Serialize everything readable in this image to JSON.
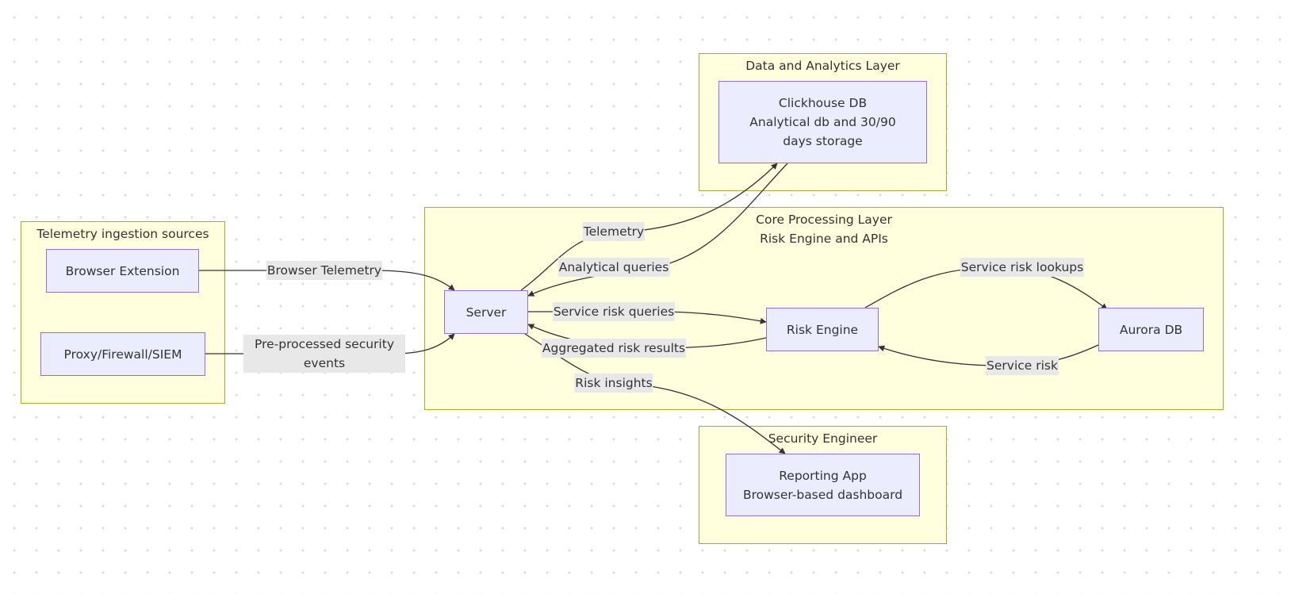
{
  "groups": {
    "data_layer": {
      "title": "Data and Analytics Layer"
    },
    "core_layer": {
      "title_line1": "Core Processing Layer",
      "title_line2": "Risk Engine and APIs"
    },
    "telemetry_sources": {
      "title": "Telemetry ingestion sources"
    },
    "security_engineer": {
      "title": "Security Engineer"
    }
  },
  "nodes": {
    "clickhouse": {
      "line1": "Clickhouse DB",
      "line2": "Analytical db and 30/90",
      "line3": "days storage"
    },
    "server": {
      "label": "Server"
    },
    "risk_engine": {
      "label": "Risk Engine"
    },
    "aurora": {
      "label": "Aurora DB"
    },
    "browser_extension": {
      "label": "Browser Extension"
    },
    "proxy": {
      "label": "Proxy/Firewall/SIEM"
    },
    "reporting": {
      "line1": "Reporting App",
      "line2": "Browser-based dashboard"
    }
  },
  "edges": {
    "browser_telemetry": "Browser Telemetry",
    "preprocessed_line1": "Pre-processed security",
    "preprocessed_line2": "events",
    "telemetry": "Telemetry",
    "analytical_queries": "Analytical queries",
    "service_risk_queries": "Service risk queries",
    "aggregated_risk_results": "Aggregated risk results",
    "risk_insights": "Risk insights",
    "service_risk_lookups": "Service risk lookups",
    "service_risk": "Service risk"
  },
  "colors": {
    "group_fill": "#ffffde",
    "group_border": "#aaaa33",
    "node_fill": "#ececff",
    "node_border": "#9370db",
    "edge_stroke": "#333333",
    "edge_label_bg": "#e8e8e8"
  }
}
